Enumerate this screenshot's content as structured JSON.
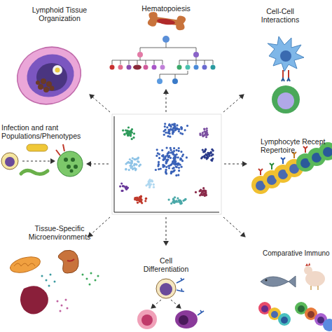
{
  "diagram": {
    "labels": [
      "Lymphoid Tissue Organization",
      "Hematopoiesis",
      "Cell-Cell Interactions",
      "Infection and rant Populations/Phenotypes",
      "Lymphocyte Recept Repertoire",
      "Tissue-Specific Microenvironments",
      "Cell Differentiation",
      "Comparative Immuno"
    ]
  }
}
